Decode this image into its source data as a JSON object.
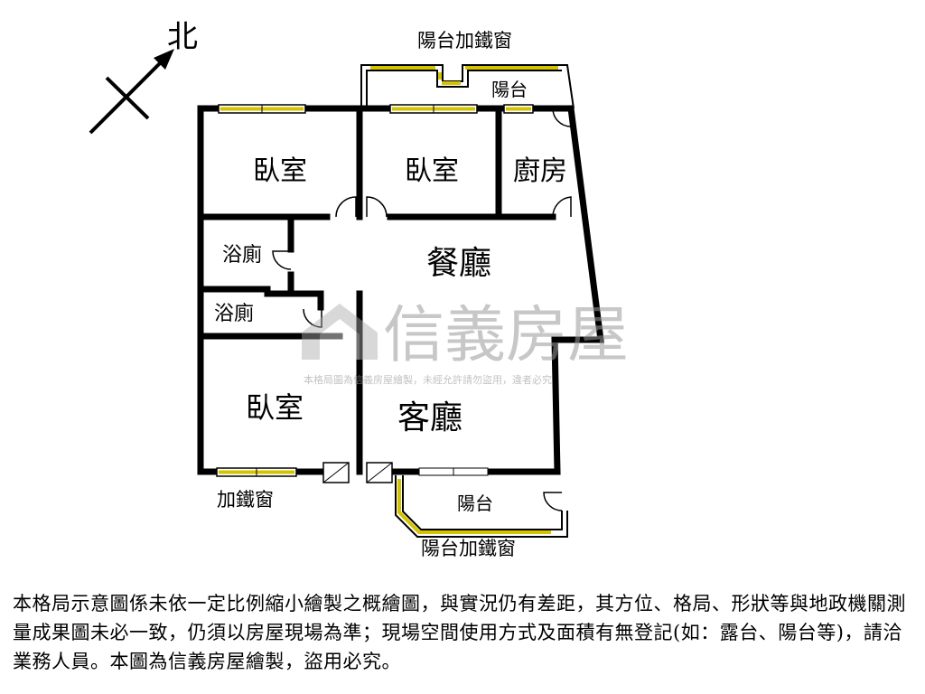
{
  "compass": {
    "north_label": "北"
  },
  "rooms": {
    "bedroom_top_left": "臥室",
    "bedroom_top_mid": "臥室",
    "kitchen": "廚房",
    "bath_upper": "浴廁",
    "bath_lower": "浴廁",
    "dining": "餐廳",
    "bedroom_bottom_left": "臥室",
    "living": "客廳"
  },
  "labels": {
    "balcony_top_window": "陽台加鐵窗",
    "balcony_top": "陽台",
    "window_bottom_left": "加鐵窗",
    "balcony_bottom": "陽台",
    "balcony_bottom_window": "陽台加鐵窗"
  },
  "watermark": {
    "brand": "信義房屋",
    "notice": "本格局圖為信義房屋繪製，未經允許請勿盜用，違者必究"
  },
  "colors": {
    "window_glass": "#d4c400",
    "watermark": "#9a9a9a"
  },
  "disclaimer": "本格局示意圖係未依一定比例縮小繪製之概繪圖，與實況仍有差距，其方位、格局、形狀等與地政機關測量成果圖未必一致，仍須以房屋現場為準；現場空間使用方式及面積有無登記(如：露台、陽台等)，請洽業務人員。本圖為信義房屋繪製，盜用必究。"
}
